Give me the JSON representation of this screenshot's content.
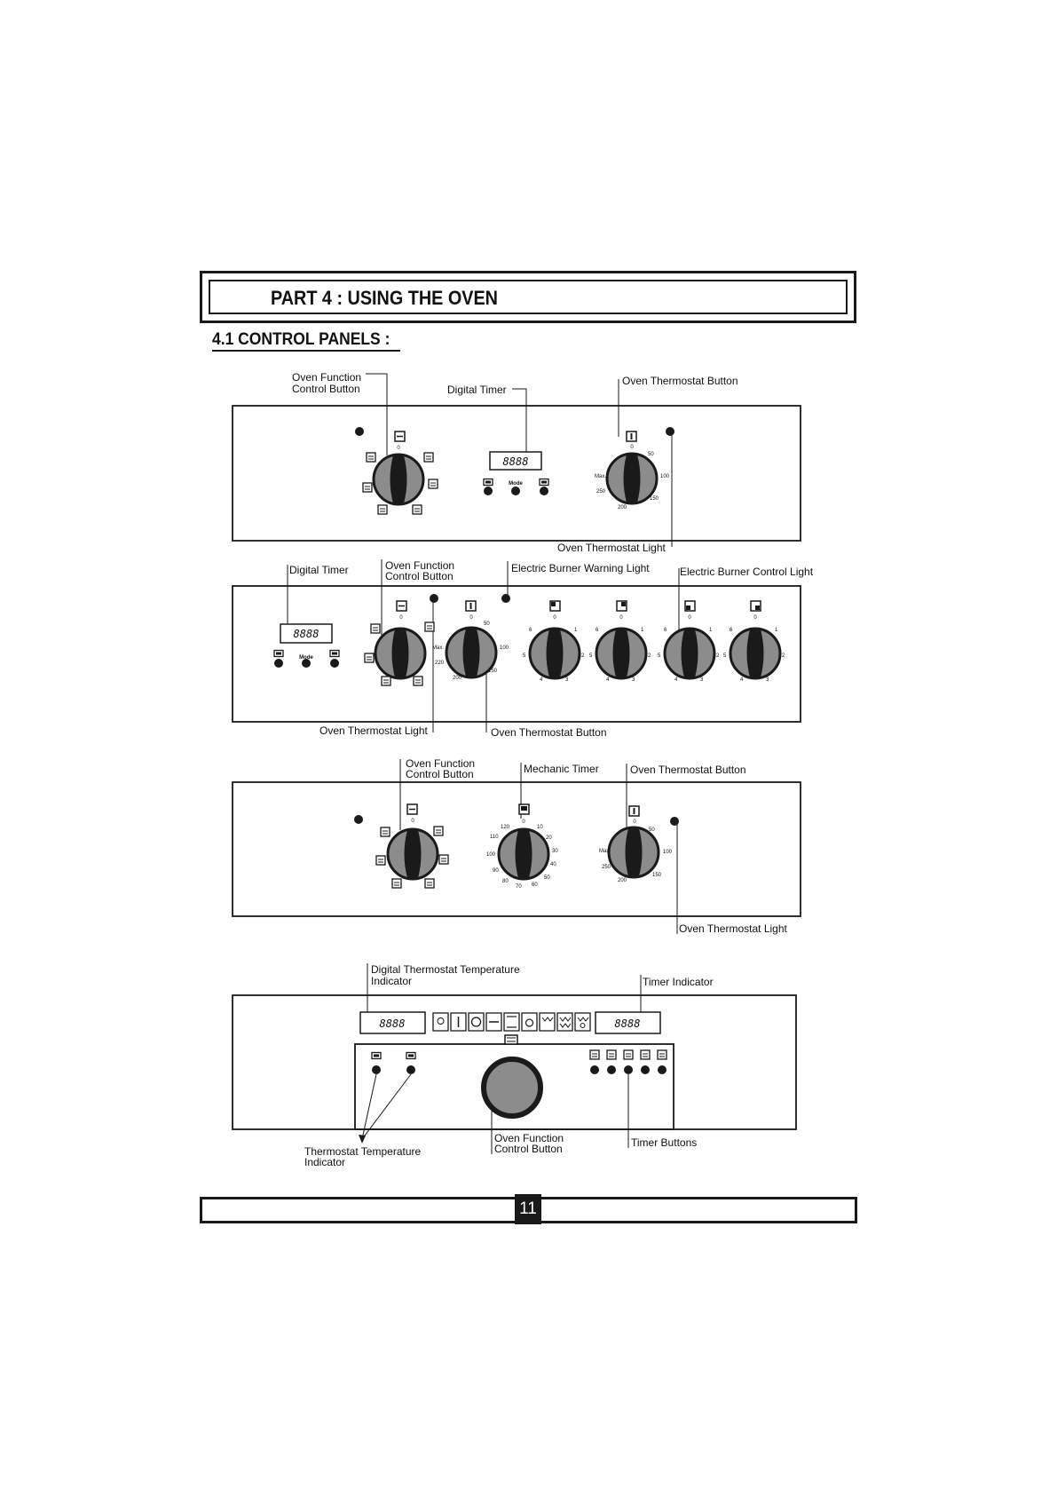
{
  "header": {
    "part_title": "PART 4 : USING THE OVEN",
    "section_title": "4.1 CONTROL PANELS :"
  },
  "panel1": {
    "oven_function_line1": "Oven Function",
    "oven_function_line2": "Control Button",
    "digital_timer": "Digital Timer",
    "oven_thermostat_button": "Oven Thermostat Button",
    "oven_thermostat_light": "Oven Thermostat Light",
    "timer_display": "8888",
    "mode_label": "Mode",
    "func_zero": "0",
    "thermo_ticks": [
      "0",
      "50",
      "100",
      "150",
      "200",
      "250",
      "Max."
    ]
  },
  "panel2": {
    "digital_timer": "Digital Timer",
    "oven_function_line1": "Oven Function",
    "oven_function_line2": "Control Button",
    "warning_light": "Electric Burner Warning Light",
    "control_light": "Electric Burner Control Light",
    "oven_thermostat_light": "Oven Thermostat Light",
    "oven_thermostat_button": "Oven Thermostat Button",
    "timer_display": "8888",
    "mode_label": "Mode",
    "func_zero": "0",
    "thermo_ticks": [
      "0",
      "50",
      "100",
      "150",
      "200",
      "220",
      "Max."
    ],
    "burner_ticks": [
      "0",
      "1",
      "2",
      "3",
      "4",
      "5",
      "6"
    ]
  },
  "panel3": {
    "oven_function_line1": "Oven Function",
    "oven_function_line2": "Control Button",
    "mechanic_timer": "Mechanic Timer",
    "oven_thermostat_button": "Oven Thermostat Button",
    "oven_thermostat_light": "Oven Thermostat Light",
    "func_zero": "0",
    "timer_ticks": [
      "0",
      "10",
      "20",
      "30",
      "40",
      "50",
      "60",
      "70",
      "80",
      "90",
      "100",
      "110",
      "120"
    ],
    "thermo_ticks": [
      "0",
      "50",
      "100",
      "150",
      "200",
      "250",
      "Max."
    ]
  },
  "panel4": {
    "digital_thermo_line1": "Digital Thermostat Temperature",
    "digital_thermo_line2": "Indicator",
    "timer_indicator": "Timer Indicator",
    "temp_display": "8888",
    "timer_display": "8888",
    "thermo_temp_line1": "Thermostat Temperature",
    "thermo_temp_line2": "Indicator",
    "oven_function_line1": "Oven Function",
    "oven_function_line2": "Control Button",
    "timer_buttons": "Timer Buttons"
  },
  "footer": {
    "page_number": "11"
  },
  "icons": [
    "lamp-icon",
    "defrost-icon",
    "fan-icon",
    "bottom-heat-icon",
    "top-bottom-heat-icon",
    "fan-grill-icon",
    "grill-icon",
    "double-grill-icon",
    "fan-assisted-grill-icon"
  ],
  "colors": {
    "ink": "#1a1a1a",
    "knob_fill": "#8c8c8c",
    "paper": "#ffffff"
  }
}
